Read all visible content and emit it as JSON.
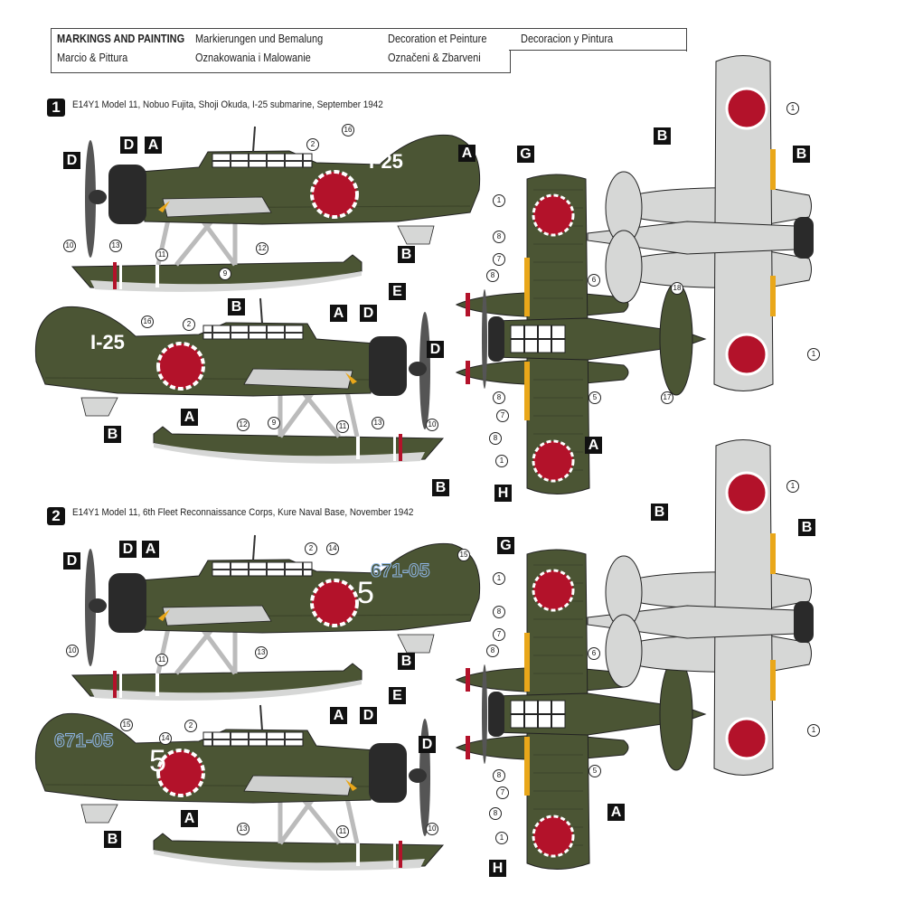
{
  "header": {
    "title_en": "MARKINGS AND PAINTING",
    "title_de": "Markierungen und Bemalung",
    "title_fr": "Decoration et Peinture",
    "title_es": "Decoracion y Pintura",
    "title_it": "Marcio & Pittura",
    "title_pl": "Oznakowania i Malowanie",
    "title_cz": "Označeni & Zbarveni"
  },
  "schemes": [
    {
      "badge": "1",
      "caption": "E14Y1 Model 11, Nobuo Fujita, Shoji Okuda, I-25 submarine, September 1942",
      "tail_code": "I-25"
    },
    {
      "badge": "2",
      "caption": "E14Y1 Model 11, 6th Fleet Reconnaissance Corps, Kure Naval Base, November 1942",
      "tail_code": "671-05",
      "fuselage_number": "5"
    }
  ],
  "codes": {
    "A": "A",
    "B": "B",
    "D": "D",
    "E": "E",
    "G": "G",
    "H": "H"
  },
  "nums": {
    "1": "1",
    "2": "2",
    "5": "5",
    "6": "6",
    "7": "7",
    "8": "8",
    "9": "9",
    "10": "10",
    "11": "11",
    "12": "12",
    "13": "13",
    "14": "14",
    "15": "15",
    "16": "16",
    "17": "17",
    "18": "18"
  },
  "colors": {
    "olive": "#4b5534",
    "light_gray": "#d6d7d6",
    "hinomaru_red": "#b3122a",
    "yellow": "#e9a71a",
    "cowl": "#2a2a2a",
    "blue_code": "#8fb6e6"
  }
}
